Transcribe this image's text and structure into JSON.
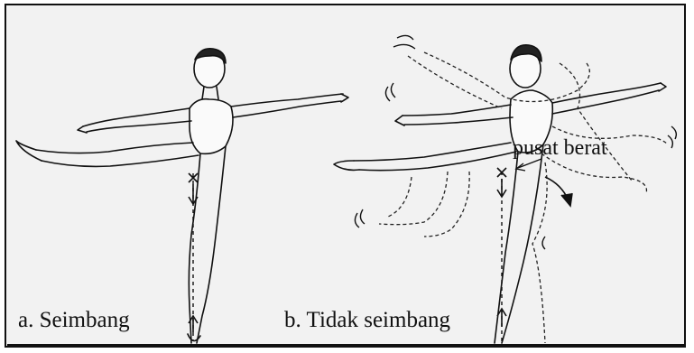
{
  "figure": {
    "caption_a": "a. Seimbang",
    "caption_b": "b. Tidak seimbang",
    "label_center_of_gravity": "pusat berat",
    "colors": {
      "ink": "#111111",
      "paper": "#f2f2f2",
      "frame": "#111111"
    },
    "icons": [
      "dancer-balanced-figure",
      "dancer-unbalanced-figure",
      "center-of-gravity-marker",
      "fall-direction-arrow"
    ]
  }
}
